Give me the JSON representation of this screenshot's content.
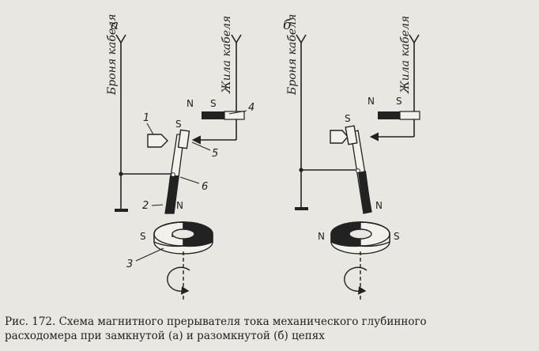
{
  "panels": [
    {
      "id": "a",
      "letter": "а",
      "armor_label": "Броня кабеля",
      "core_label": "Жила кабеля",
      "pole_n": "N",
      "pole_s": "S",
      "callouts": [
        "1",
        "2",
        "3",
        "4",
        "5",
        "6"
      ],
      "state": "closed"
    },
    {
      "id": "b",
      "letter": "б",
      "armor_label": "Броня кабеля",
      "core_label": "Жила кабеля",
      "pole_n": "N",
      "pole_s": "S",
      "callouts": [],
      "state": "open"
    }
  ],
  "caption": {
    "line1": "Рис. 172. Схема магнитного прерывателя тока  механического  глубинного",
    "line2": "расходомера при замкнутой (а) и разомкнутой (б) цепях"
  }
}
